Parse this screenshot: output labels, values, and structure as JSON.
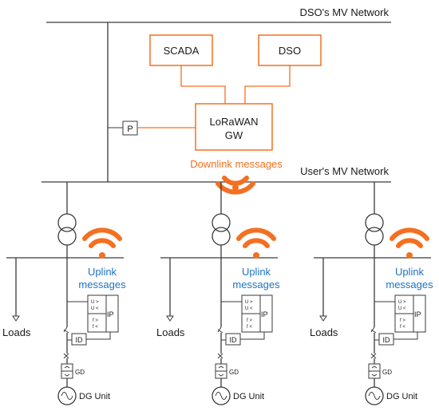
{
  "networks": {
    "dso_mv": "DSO's MV Network",
    "user_mv": "User's MV Network"
  },
  "control": {
    "scada": "SCADA",
    "dso": "DSO",
    "gateway_line1": "LoRaWAN",
    "gateway_line2": "GW",
    "p_box": "P",
    "downlink": "Downlink messages"
  },
  "branch": {
    "uplink_line1": "Uplink",
    "uplink_line2": "messages",
    "loads": "Loads",
    "ip_label": "IP",
    "ip_u_over": "U >",
    "ip_u_under": "U <",
    "ip_f_over": "f >",
    "ip_f_under": "f <",
    "id_label": "ID",
    "gd_label": "GD",
    "dg_unit": "DG Unit"
  },
  "colors": {
    "orange": "#f37021",
    "blue": "#1f73c2",
    "line": "#3a3a3a"
  },
  "branches": [
    {
      "name": "branch-left"
    },
    {
      "name": "branch-middle"
    },
    {
      "name": "branch-right"
    }
  ]
}
